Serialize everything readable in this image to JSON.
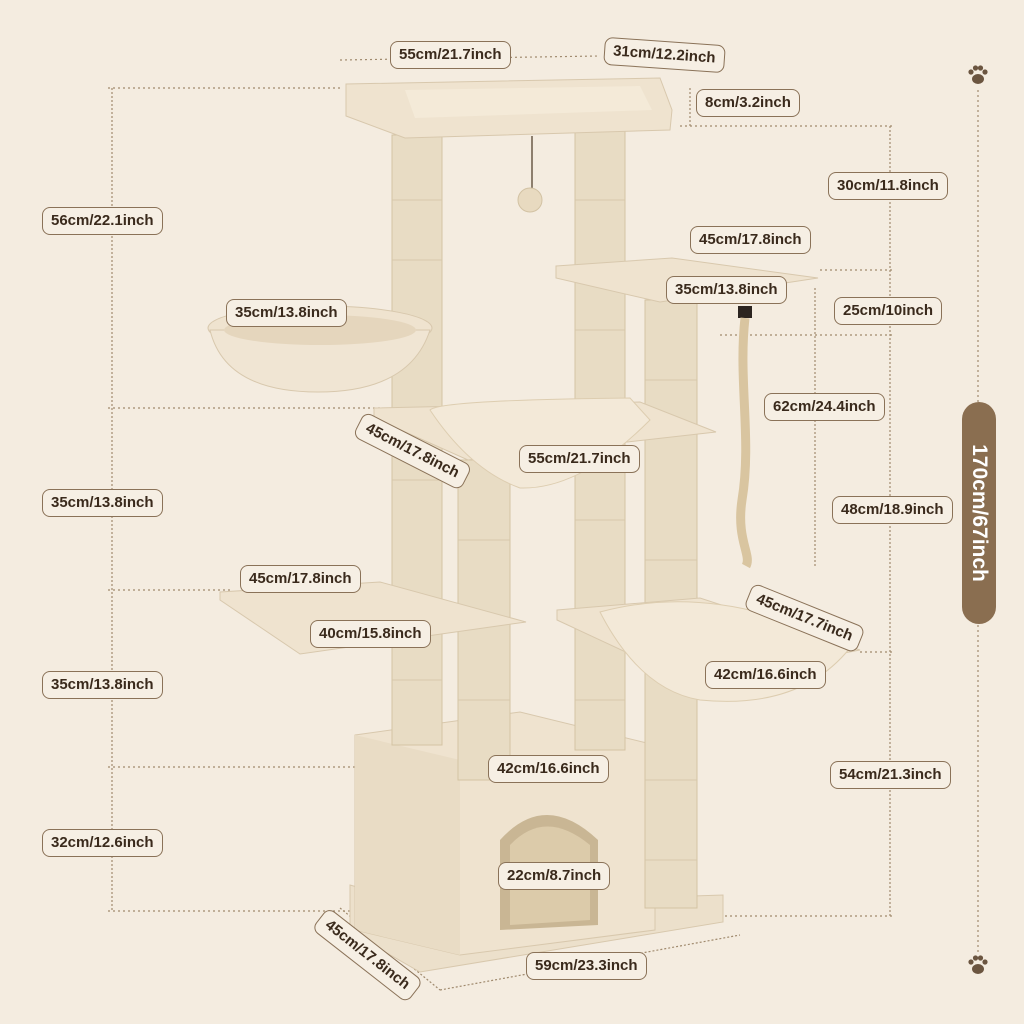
{
  "colors": {
    "background": "#f4ece0",
    "plush": "#efe3cf",
    "sisal": "#e8dcc4",
    "label_border": "#8a7258",
    "guide_line": "#a08a6e",
    "badge": "#8a6e50"
  },
  "icons": {
    "top": "paw-icon",
    "bottom": "paw-icon"
  },
  "total_height": "170cm/67inch",
  "labels": {
    "top_width": "55cm/21.7inch",
    "top_depth": "31cm/12.2inch",
    "top_rim": "8cm/3.2inch",
    "left_1": "56cm/22.1inch",
    "left_2": "35cm/13.8inch",
    "left_3": "35cm/13.8inch",
    "left_4": "32cm/12.6inch",
    "right_1": "30cm/11.8inch",
    "right_2": "25cm/10inch",
    "right_3": "48cm/18.9inch",
    "right_4": "54cm/21.3inch",
    "rope_length": "62cm/24.4inch",
    "upper_right_platform_width": "45cm/17.8inch",
    "upper_right_platform_depth": "35cm/13.8inch",
    "left_basket_diameter": "35cm/13.8inch",
    "mid_hammock_depth": "45cm/17.8inch",
    "mid_hammock_width": "55cm/21.7inch",
    "left_platform_width": "45cm/17.8inch",
    "left_platform_depth": "40cm/15.8inch",
    "right_basket_depth": "45cm/17.7inch",
    "right_basket_width": "42cm/16.6inch",
    "condo_width": "42cm/16.6inch",
    "door_width": "22cm/8.7inch",
    "base_depth": "45cm/17.8inch",
    "base_width": "59cm/23.3inch"
  }
}
